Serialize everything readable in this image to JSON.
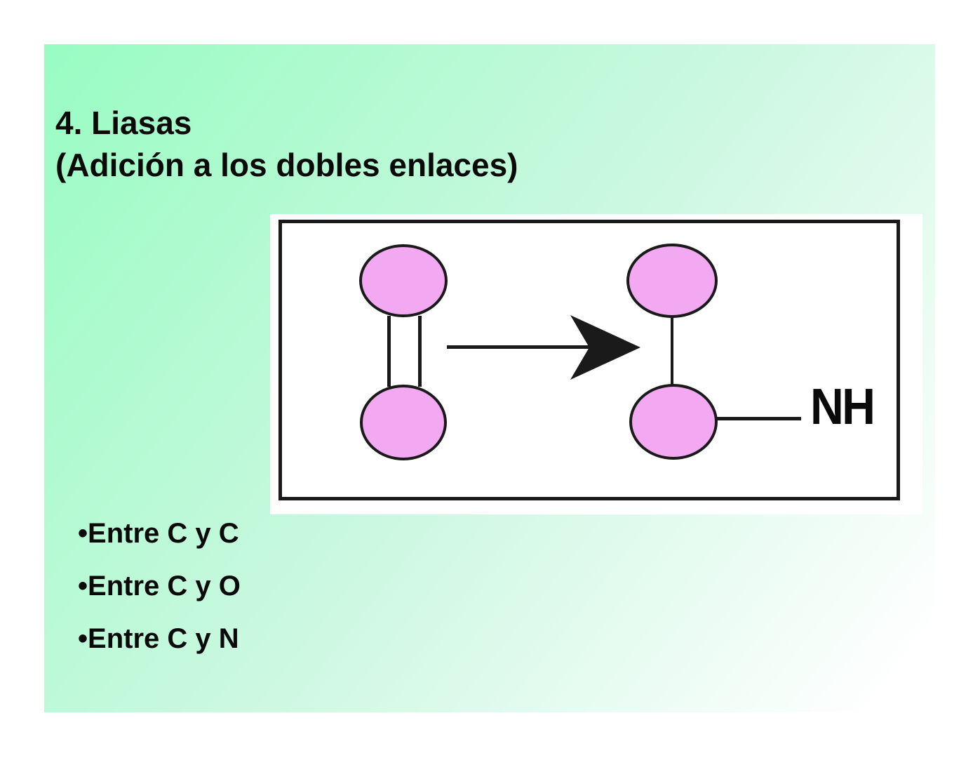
{
  "slide": {
    "title_line1": "4. Liasas",
    "title_line2": "(Adición a los dobles enlaces)",
    "colors": {
      "gradient_start": "#98fcc2",
      "gradient_mid": "#cdf8e2",
      "gradient_end": "#ffffff",
      "text": "#0a0a0a"
    }
  },
  "diagram": {
    "nh_label": "NH",
    "colors": {
      "node_fill": "#f2a9f1",
      "node_border": "#1a1a1a",
      "box_background": "#ffffff"
    }
  },
  "bullets": {
    "marker": "•",
    "items": [
      {
        "label": "Entre C y C"
      },
      {
        "label": "Entre C y O"
      },
      {
        "label": "Entre C y N"
      }
    ]
  }
}
